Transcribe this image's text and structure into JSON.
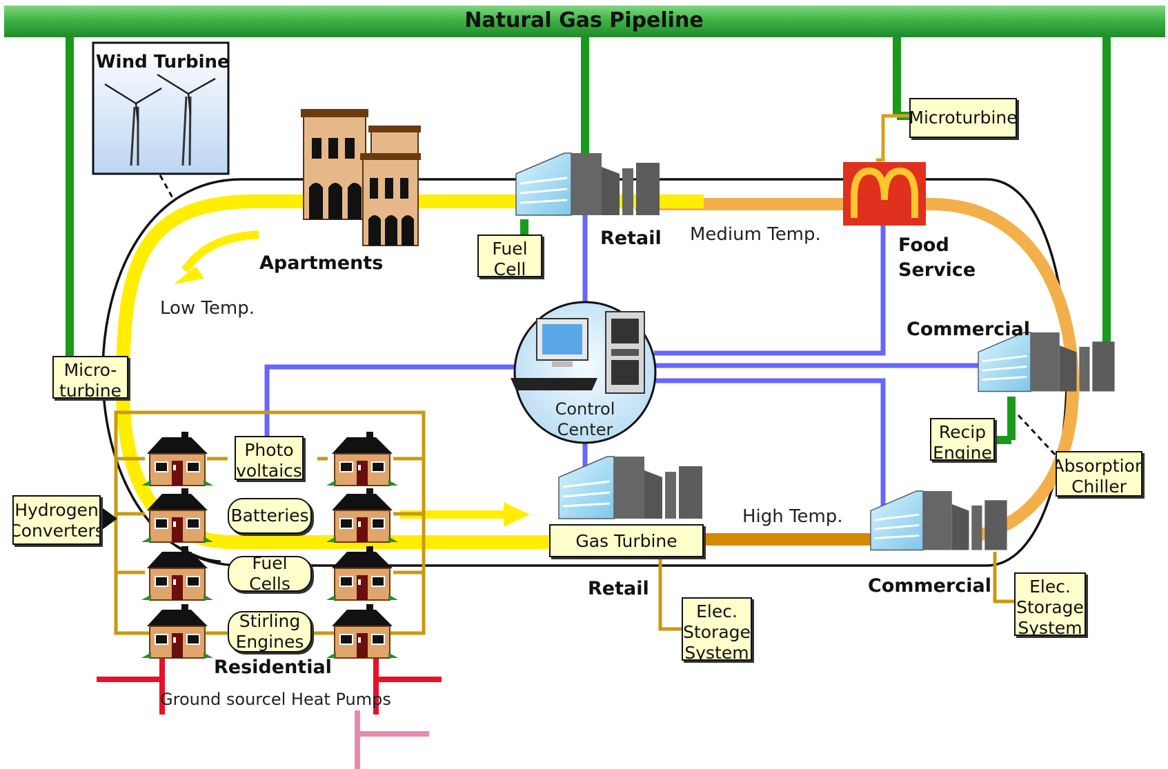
{
  "pipeline": {
    "title": "Natural Gas Pipeline",
    "color": "#3cb043"
  },
  "colors": {
    "low_temp": "#ffee00",
    "medium_temp": "#f3b04a",
    "high_temp": "#d48a00",
    "electric_local": "#c89a10",
    "control": "#6666ff",
    "gas": "#1a9a1a",
    "ground": "#e8102a"
  },
  "labels": {
    "wind_turbine": "Wind Turbine",
    "apartments": "Apartments",
    "retail_top": "Retail",
    "medium_temp": "Medium Temp.",
    "food_service": "Food\nService",
    "low_temp": "Low Temp.",
    "commercial_right": "Commercial",
    "control_center": "Control\nCenter",
    "high_temp": "High Temp.",
    "retail_bottom": "Retail",
    "commercial_bottom": "Commercial",
    "residential": "Residential",
    "ground_source": "Ground sourcel Heat Pumps"
  },
  "boxes": {
    "microturbine_top": "Microturbine",
    "fuel_cell": "Fuel\nCell",
    "micro_turbine_left": "Micro-\nturbine",
    "photo_voltaics": "Photo\nvoltaics",
    "batteries": "Batteries",
    "fuel_cells": "Fuel Cells",
    "stirling_engines": "Stirling\nEngines",
    "hydrogen_converters": "Hydrogen\nConverters",
    "gas_turbine": "Gas Turbine",
    "recip_engine": "Recip\nEngine",
    "absorption_chiller": "Absorption\nChiller",
    "elec_storage_1": "Elec.\nStorage\nSystem",
    "elec_storage_2": "Elec.\nStorage\nSystem"
  },
  "icons": {
    "logo": "golden-arches-logo",
    "computer": "computer-icon",
    "building": "office-building-icon",
    "house": "house-icon",
    "apartment": "apartment-building-icon",
    "wind": "wind-turbine-icon"
  }
}
